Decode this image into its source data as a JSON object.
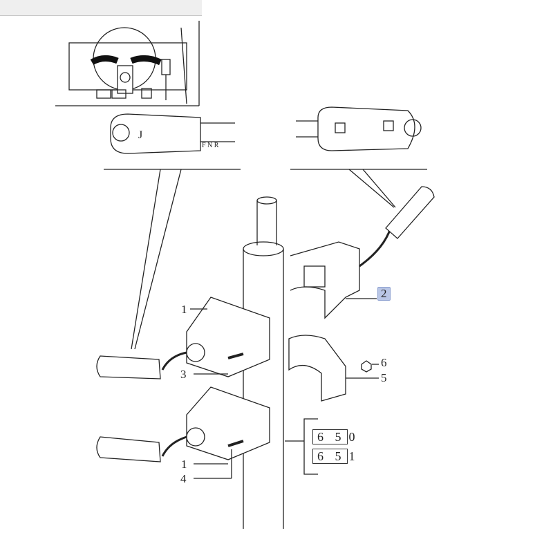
{
  "diagram": {
    "callouts": [
      {
        "id": "c1a",
        "text": "1"
      },
      {
        "id": "c2",
        "text": "2",
        "highlighted": true
      },
      {
        "id": "c3",
        "text": "3"
      },
      {
        "id": "c6",
        "text": "6"
      },
      {
        "id": "c5",
        "text": "5"
      },
      {
        "id": "c1b",
        "text": "1"
      },
      {
        "id": "c4",
        "text": "4"
      }
    ],
    "references": [
      {
        "boxed": "6 5",
        "suffix": "0"
      },
      {
        "boxed": "6 5",
        "suffix": "1"
      }
    ],
    "left_knob_symbols": "F N R",
    "highlight_color": "#b9c6e6"
  }
}
